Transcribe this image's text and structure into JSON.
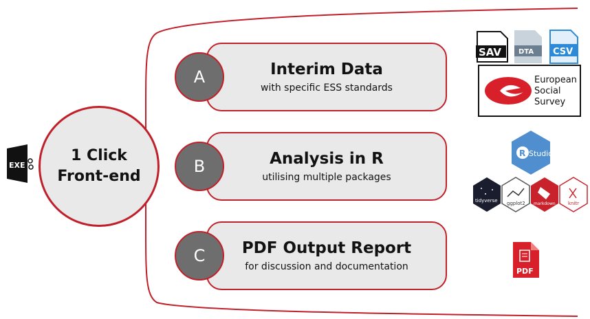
{
  "center": {
    "line1": "1 Click",
    "line2": "Front-end",
    "exe_label": "EXE"
  },
  "steps": [
    {
      "letter": "A",
      "title": "Interim Data",
      "subtitle": "with specific ESS standards"
    },
    {
      "letter": "B",
      "title": "Analysis in R",
      "subtitle": "utilising multiple packages"
    },
    {
      "letter": "C",
      "title": "PDF Output Report",
      "subtitle": "for discussion and documentation"
    }
  ],
  "icons": {
    "file_formats": [
      "SAV",
      "DTA",
      "CSV"
    ],
    "ess_logo": {
      "line1": "European",
      "line2": "Social",
      "line3": "Survey"
    },
    "rstudio": "Studio",
    "packages": [
      "tidyverse",
      "ggplot2",
      "markdown",
      "knitr"
    ],
    "pdf": "PDF"
  },
  "colors": {
    "accent": "#c0202a",
    "circle_gray": "#6e6e6e",
    "box_fill": "#e9e9e9"
  }
}
